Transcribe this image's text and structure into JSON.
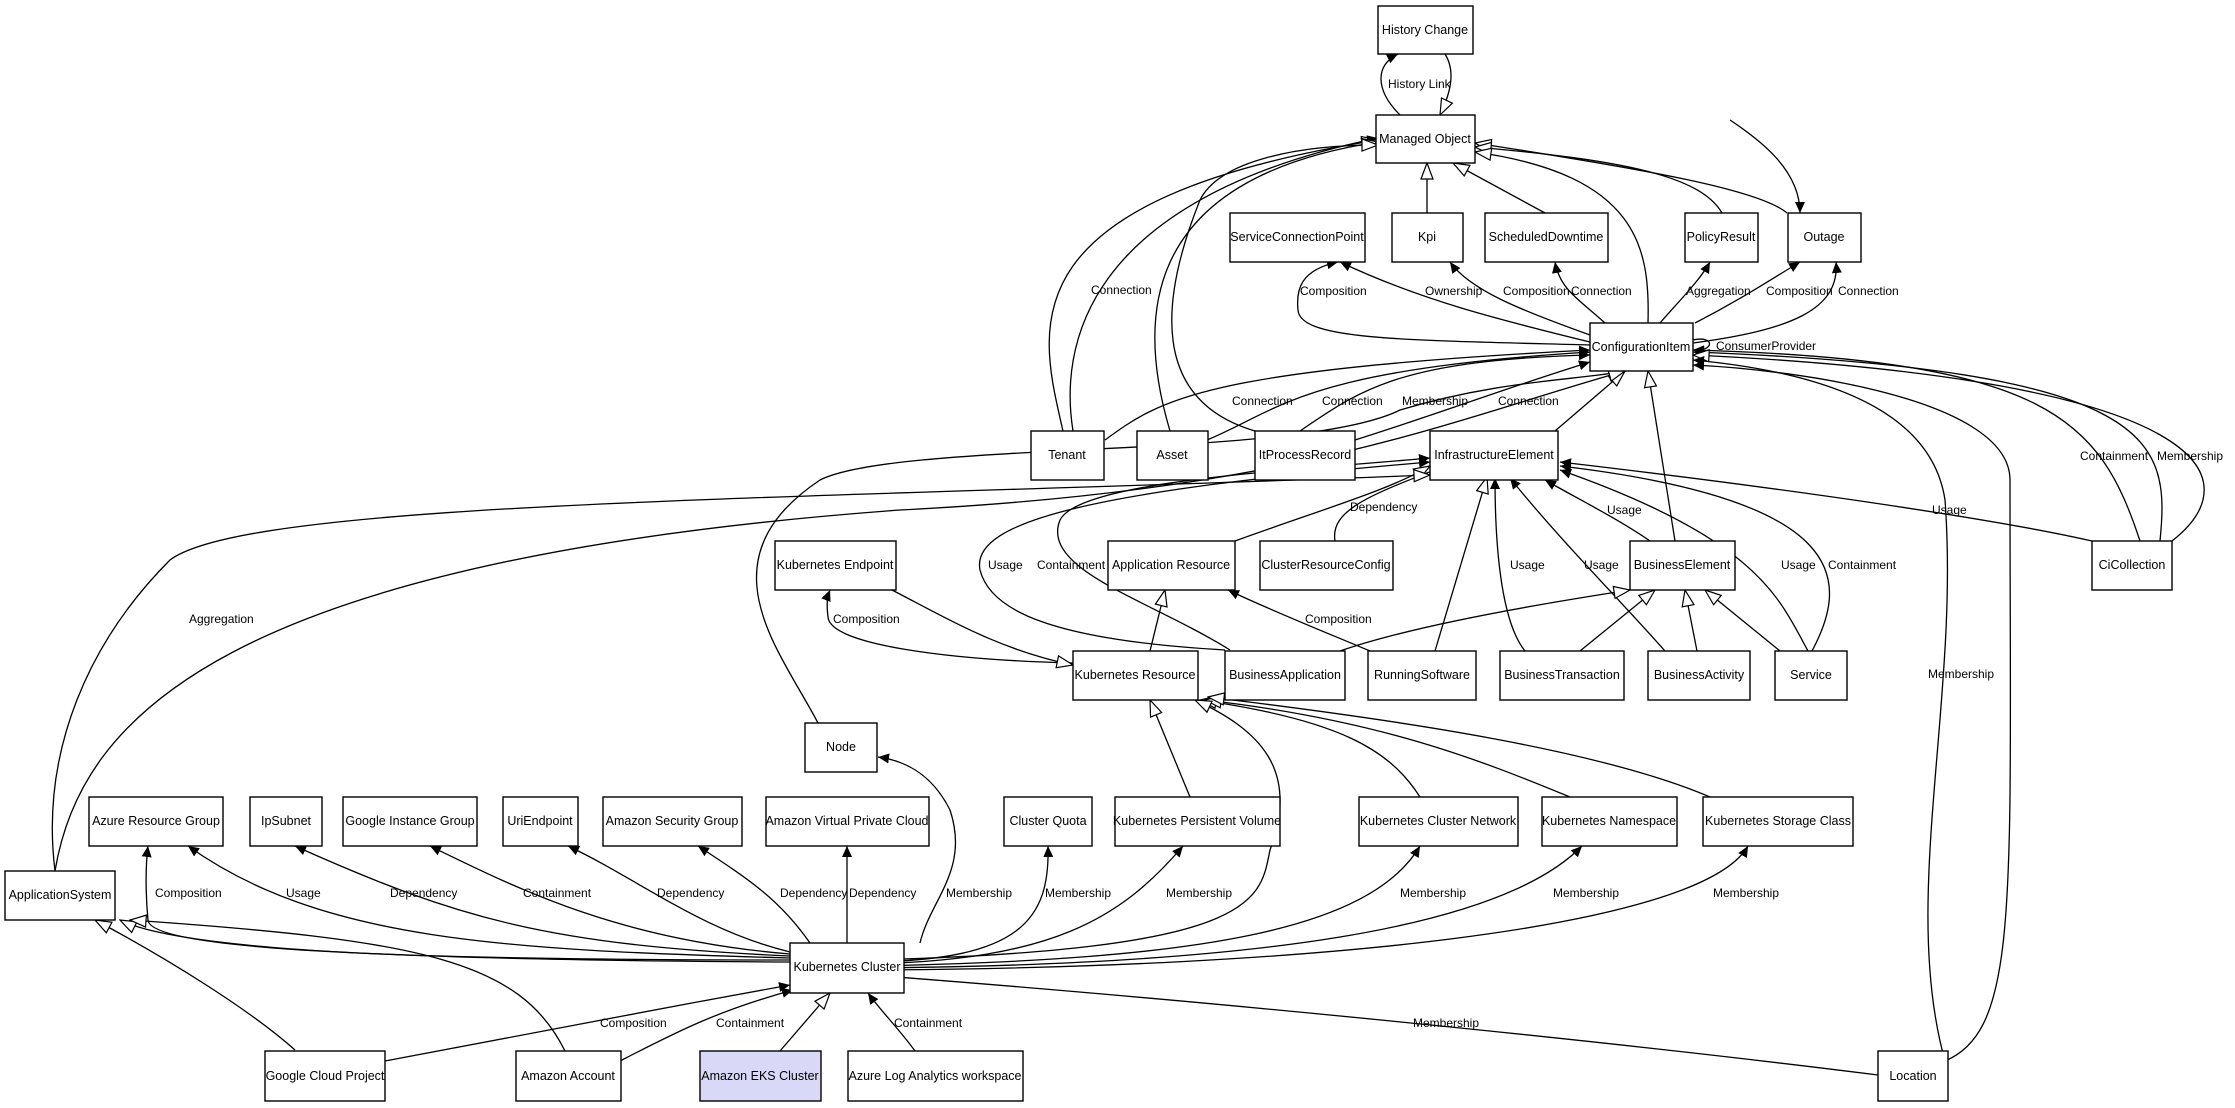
{
  "colors": {
    "stroke": "#000000",
    "node_fill": "#ffffff",
    "highlight_fill": "#d9d9f7"
  },
  "nodes": {
    "history_change": "History Change",
    "managed_object": "Managed Object",
    "service_connection_point": "ServiceConnectionPoint",
    "kpi": "Kpi",
    "scheduled_downtime": "ScheduledDowntime",
    "policy_result": "PolicyResult",
    "outage": "Outage",
    "configuration_item": "ConfigurationItem",
    "tenant": "Tenant",
    "asset": "Asset",
    "it_process_record": "ItProcessRecord",
    "infrastructure_element": "InfrastructureElement",
    "kubernetes_endpoint": "Kubernetes Endpoint",
    "application_resource": "Application Resource",
    "cluster_resource_config": "ClusterResourceConfig",
    "business_element": "BusinessElement",
    "ci_collection": "CiCollection",
    "kubernetes_resource": "Kubernetes Resource",
    "business_application": "BusinessApplication",
    "running_software": "RunningSoftware",
    "business_transaction": "BusinessTransaction",
    "business_activity": "BusinessActivity",
    "service": "Service",
    "node": "Node",
    "azure_resource_group": "Azure Resource Group",
    "ip_subnet": "IpSubnet",
    "google_instance_group": "Google Instance Group",
    "uri_endpoint": "UriEndpoint",
    "amazon_security_group": "Amazon Security Group",
    "amazon_vpc": "Amazon Virtual Private Cloud",
    "cluster_quota": "Cluster Quota",
    "kubernetes_persistent_volume": "Kubernetes Persistent Volume",
    "kubernetes_cluster_network": "Kubernetes Cluster Network",
    "kubernetes_namespace": "Kubernetes Namespace",
    "kubernetes_storage_class": "Kubernetes Storage Class",
    "application_system": "ApplicationSystem",
    "kubernetes_cluster": "Kubernetes Cluster",
    "google_cloud_project": "Google Cloud Project",
    "amazon_account": "Amazon Account",
    "amazon_eks_cluster": "Amazon EKS Cluster",
    "azure_log_analytics_workspace": "Azure Log Analytics workspace",
    "location": "Location"
  },
  "edges": {
    "history_link": "History Link",
    "sp_composition": "Composition",
    "kpi_ownership": "Ownership",
    "sd_composition": "Composition",
    "sd_connection": "Connection",
    "pr_aggregation": "Aggregation",
    "out_composition": "Composition",
    "out_connection": "Connection",
    "consumer_provider": "ConsumerProvider",
    "tenant_connection_mo": "Connection",
    "tenant_connection_ci": "Connection",
    "asset_connection": "Connection",
    "itpr_membership": "Membership",
    "itpr_connection": "Connection",
    "ie_dependency": "Dependency",
    "ba_usage_ie": "Usage",
    "ba_containment_ie": "Containment",
    "bt_usage": "Usage",
    "bact_usage": "Usage",
    "be_usage": "Usage",
    "svc_usage": "Usage",
    "svc_containment": "Containment",
    "cic_usage": "Usage",
    "cic_containment": "Containment",
    "cic_membership": "Membership",
    "ke_composition": "Composition",
    "rs_composition": "Composition",
    "as_aggregation": "Aggregation",
    "arg_composition": "Composition",
    "ips_usage": "Usage",
    "gig_dependency": "Dependency",
    "uri_containment": "Containment",
    "asg_dependency": "Dependency",
    "avpc_dependency": "Dependency",
    "avpc_dependency2": "Dependency",
    "node_membership": "Membership",
    "cq_membership": "Membership",
    "kpv_membership": "Membership",
    "kcn_membership": "Membership",
    "kns_membership": "Membership",
    "ksc_membership": "Membership",
    "gcp_composition": "Composition",
    "aa_containment": "Containment",
    "alaw_containment": "Containment",
    "loc_membership_kc": "Membership",
    "loc_membership_ci": "Membership"
  }
}
